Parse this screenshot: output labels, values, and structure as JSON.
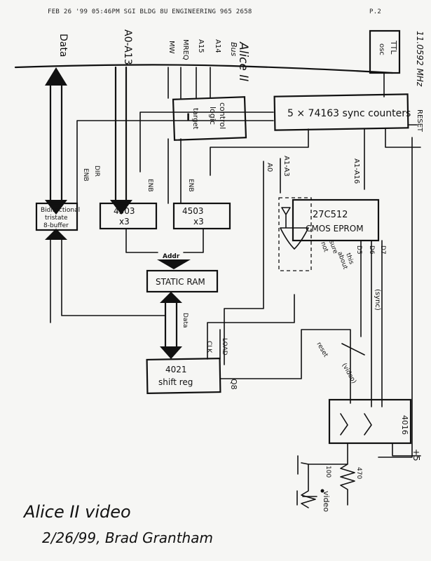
{
  "fax_header": {
    "left": "FEB 26 '99  05:46PM SGI BLDG 8U ENGINEERING 965 2658",
    "right": "P.2"
  },
  "bus": {
    "title_1": "Alice II",
    "title_2": "Bus",
    "signals": [
      "Data",
      "A0-A13",
      "MW",
      "MREQ",
      "A15",
      "A14"
    ]
  },
  "blocks": {
    "control": {
      "line1": "I",
      "line2": "target",
      "label1": "control",
      "label2": "logic"
    },
    "osc": {
      "line1": "TTL",
      "line2": "osc"
    },
    "osc_freq": "11.0592 MHz",
    "counters": "5 × 74163 sync counters",
    "reset": "RESET",
    "buffer": {
      "line1": "Bidirectional",
      "line2": "tristate",
      "line3": "8-buffer"
    },
    "mux1": {
      "line1": "4503",
      "line2": "x3"
    },
    "mux2": {
      "line1": "4503",
      "line2": "x3"
    },
    "eprom": {
      "line1": "27C512",
      "line2": "CMOS EPROM"
    },
    "ram": "STATIC RAM",
    "shift": {
      "line1": "4021",
      "line2": "shift reg"
    },
    "dac": "4016"
  },
  "signals": {
    "enb1": "ENB",
    "dir": "DIR",
    "enb2": "ENB",
    "enb3": "ENB",
    "a0": "A0",
    "a1a3": "A1-A3",
    "a1a16": "A1-A16",
    "d5": "D5",
    "d6": "D6",
    "d7": "D7",
    "addr": "Addr",
    "data": "Data",
    "clk": "CLK",
    "load": "LOAD",
    "q8": "Q8",
    "reset_small": "reset",
    "sync": "(sync)",
    "video_paren": "(video)",
    "note1": "not",
    "note2": "sure",
    "note3": "about",
    "note4": "this",
    "r1": "100",
    "r2": "470",
    "v5": "+5",
    "video": "video"
  },
  "footer": {
    "line1": "Alice II video",
    "line2": "2/26/99, Brad Grantham"
  }
}
